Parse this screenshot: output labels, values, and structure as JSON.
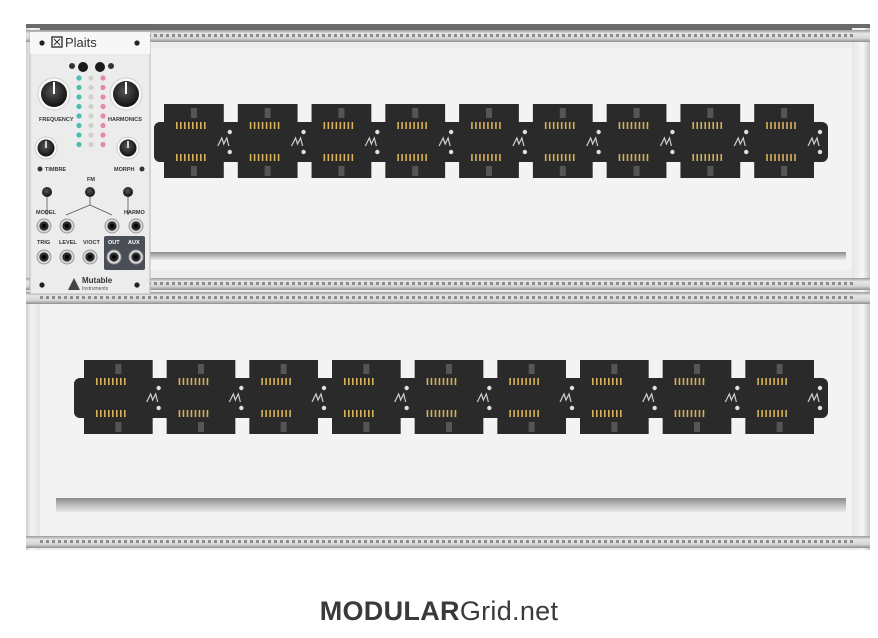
{
  "site": {
    "brand_bold": "MODULAR",
    "brand_light": "Grid.net"
  },
  "case": {
    "rows": 2,
    "busboards_per_row": 9
  },
  "module": {
    "name": "Plaits",
    "brand_line1": "Mutable",
    "brand_line2": "Instruments",
    "knobs": {
      "frequency": "FREQUENCY",
      "harmonics": "HARMONICS",
      "timbre": "TIMBRE",
      "morph": "MORPH",
      "fm": "FM"
    },
    "jack_labels": {
      "model": "MODEL",
      "harmo": "HARMO",
      "trig": "TRIG",
      "level": "LEVEL",
      "voct": "V/OCT",
      "out": "OUT",
      "aux": "AUX"
    },
    "led_colors": [
      "#4cbdb2",
      "#4cbdb2",
      "#4cbdb2",
      "#4cbdb2",
      "#4cbdb2",
      "#4cbdb2",
      "#4cbdb2",
      "#4cbdb2"
    ],
    "pink_colors": [
      "#e48aa4",
      "#e48aa4",
      "#e48aa4",
      "#e48aa4",
      "#e48aa4",
      "#e48aa4",
      "#e48aa4",
      "#e48aa4"
    ]
  },
  "colors": {
    "busboard": "#2a2a2a",
    "connector_pin": "#d7b25a",
    "rail": "#cfcfcf",
    "case_bg": "#f2f2f2"
  }
}
